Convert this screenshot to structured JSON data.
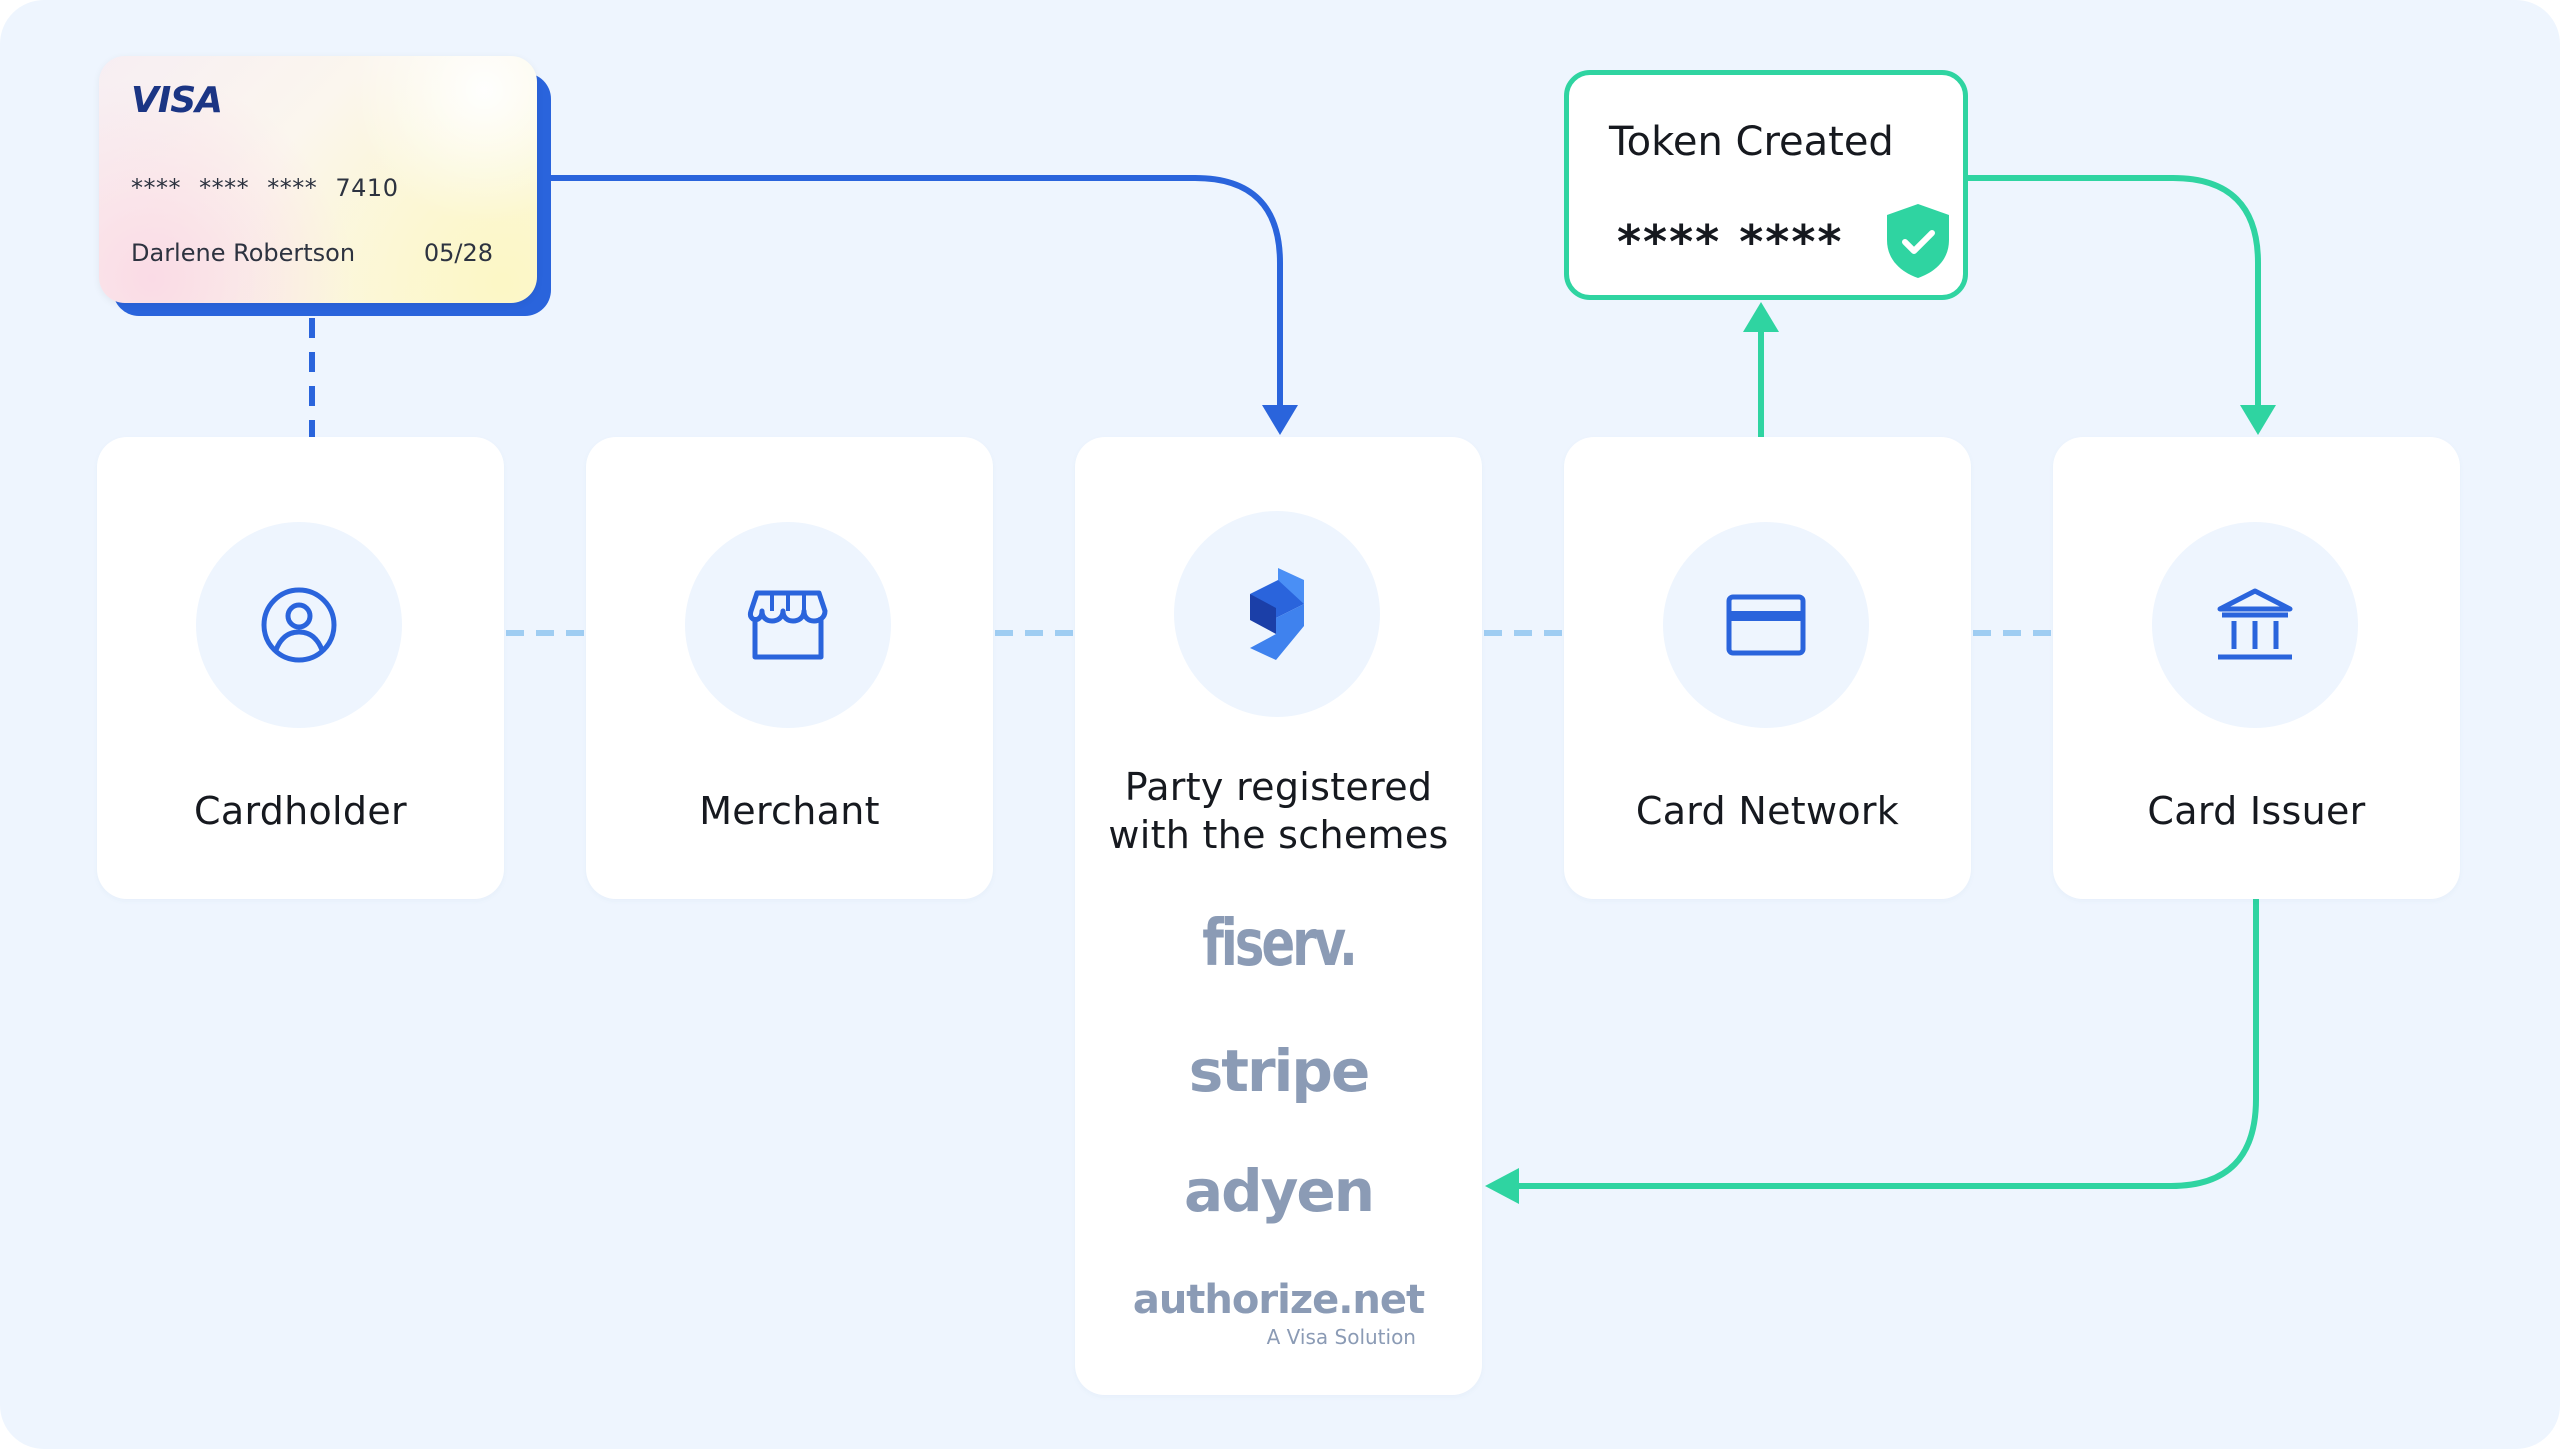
{
  "card": {
    "brand": "VISA",
    "number_masked": "**** **** **** 7410",
    "holder_name": "Darlene Robertson",
    "expiry": "05/28"
  },
  "token": {
    "title": "Token Created",
    "value": "**** ****"
  },
  "nodes": {
    "cardholder": "Cardholder",
    "merchant": "Merchant",
    "party": "Party registered with the schemes",
    "network": "Card Network",
    "issuer": "Card Issuer"
  },
  "icons": {
    "cardholder": "user-circle-icon",
    "merchant": "storefront-icon",
    "party": "s-logo-icon",
    "network": "credit-card-icon",
    "issuer": "bank-icon",
    "token": "shield-check-icon"
  },
  "logos": {
    "fiserv": "fiserv.",
    "stripe": "stripe",
    "adyen": "adyen",
    "authorize": "authorize.net",
    "authorize_sub": "A Visa Solution"
  },
  "colors": {
    "background": "#eef5fe",
    "blue": "#2a64dc",
    "green": "#2fd4a1",
    "dashed_link": "#9fcdf2",
    "logo_gray": "#8b9bb5"
  }
}
